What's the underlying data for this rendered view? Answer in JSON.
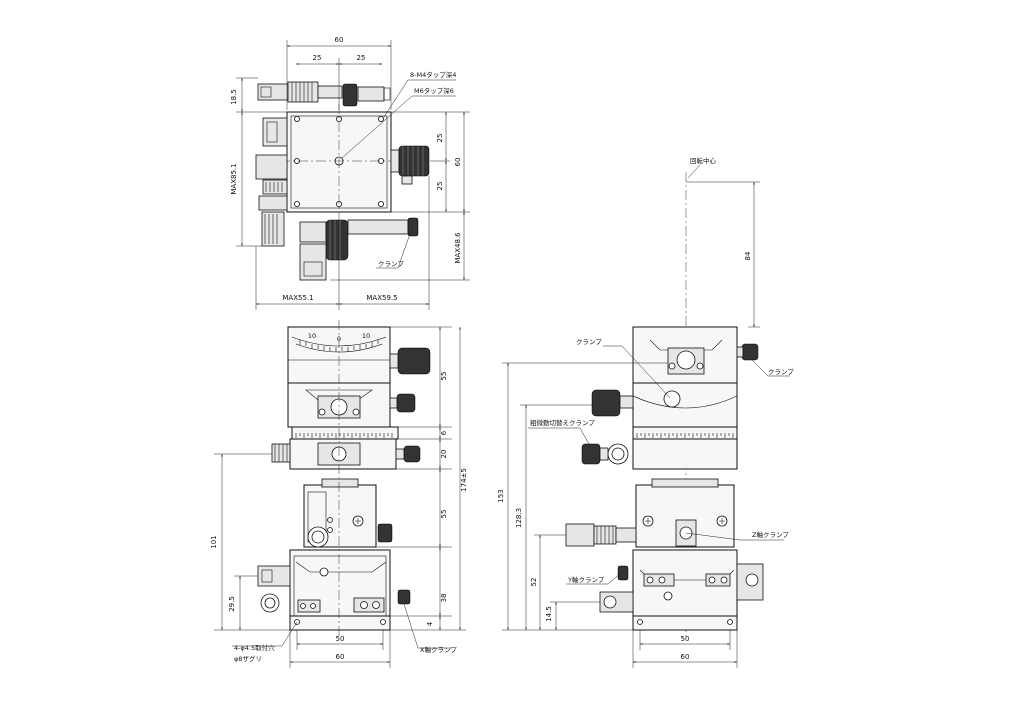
{
  "top_view": {
    "dim_width": "60",
    "dim_half_left": "25",
    "dim_half_right": "25",
    "dim_top_protrusion": "18.5",
    "dim_max_height": "MAX85.1",
    "dim_right_25a": "25",
    "dim_right_25b": "25",
    "dim_right_60": "60",
    "dim_max_bottom": "MAX48.6",
    "dim_max_left": "MAX55.1",
    "dim_max_right": "MAX59.5",
    "note_tap_m4": "8-M4タップ深4",
    "note_tap_m6": "M6タップ深6",
    "note_clamp": "クランプ"
  },
  "front_view": {
    "scale_left": "10",
    "scale_center": "0",
    "scale_right": "10",
    "dim_55_top": "55",
    "dim_6": "6",
    "dim_20": "20",
    "dim_174": "174±5",
    "dim_55_mid": "55",
    "dim_38": "38",
    "dim_4": "4",
    "dim_101": "101",
    "dim_29_5": "29.5",
    "dim_50": "50",
    "dim_60": "60",
    "note_holes": "4-φ4.5取付穴",
    "note_counterbore": "φ8ザグリ",
    "note_x_clamp": "X軸クランプ"
  },
  "side_view": {
    "note_rotation_center": "回転中心",
    "dim_84": "84",
    "note_clamp_a": "クランプ",
    "note_clamp_b": "クランプ",
    "note_coarse_fine_clamp": "粗微動切替えクランプ",
    "note_z_clamp": "Z軸クランプ",
    "note_y_clamp": "Y軸クランプ",
    "dim_153": "153",
    "dim_128_3": "128.3",
    "dim_52": "52",
    "dim_14_5": "14.5",
    "dim_50": "50",
    "dim_60": "60"
  }
}
